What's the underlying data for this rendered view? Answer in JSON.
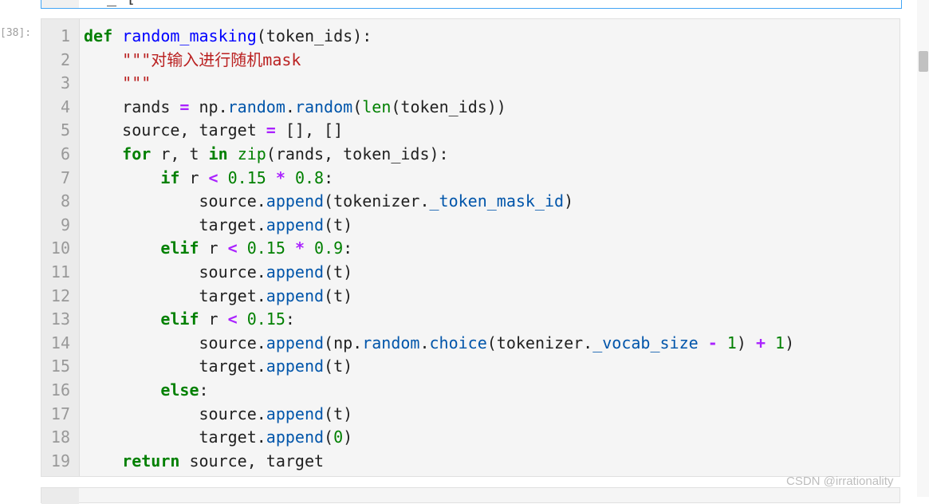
{
  "previous_cell": {
    "fragment": "_        ["
  },
  "cell": {
    "prompt": "[38]:",
    "lines": [
      {
        "n": "1",
        "tokens": [
          {
            "t": "def",
            "c": "kw"
          },
          {
            "t": " "
          },
          {
            "t": "random_masking",
            "c": "fn"
          },
          {
            "t": "(token_ids):"
          }
        ]
      },
      {
        "n": "2",
        "tokens": [
          {
            "t": "    "
          },
          {
            "t": "\"\"\"对输入进行随机mask",
            "c": "str"
          }
        ]
      },
      {
        "n": "3",
        "tokens": [
          {
            "t": "    "
          },
          {
            "t": "\"\"\"",
            "c": "str"
          }
        ]
      },
      {
        "n": "4",
        "tokens": [
          {
            "t": "    rands "
          },
          {
            "t": "=",
            "c": "op"
          },
          {
            "t": " np."
          },
          {
            "t": "random",
            "c": "attr"
          },
          {
            "t": "."
          },
          {
            "t": "random",
            "c": "attr"
          },
          {
            "t": "("
          },
          {
            "t": "len",
            "c": "bi"
          },
          {
            "t": "(token_ids))"
          }
        ]
      },
      {
        "n": "5",
        "tokens": [
          {
            "t": "    source, target "
          },
          {
            "t": "=",
            "c": "op"
          },
          {
            "t": " [], []"
          }
        ]
      },
      {
        "n": "6",
        "tokens": [
          {
            "t": "    "
          },
          {
            "t": "for",
            "c": "kw"
          },
          {
            "t": " r, t "
          },
          {
            "t": "in",
            "c": "kw"
          },
          {
            "t": " "
          },
          {
            "t": "zip",
            "c": "bi"
          },
          {
            "t": "(rands, token_ids):"
          }
        ]
      },
      {
        "n": "7",
        "tokens": [
          {
            "t": "        "
          },
          {
            "t": "if",
            "c": "kw"
          },
          {
            "t": " r "
          },
          {
            "t": "<",
            "c": "op"
          },
          {
            "t": " "
          },
          {
            "t": "0.15",
            "c": "num"
          },
          {
            "t": " "
          },
          {
            "t": "*",
            "c": "op"
          },
          {
            "t": " "
          },
          {
            "t": "0.8",
            "c": "num"
          },
          {
            "t": ":"
          }
        ]
      },
      {
        "n": "8",
        "tokens": [
          {
            "t": "            source."
          },
          {
            "t": "append",
            "c": "attr"
          },
          {
            "t": "(tokenizer."
          },
          {
            "t": "_token_mask_id",
            "c": "attr"
          },
          {
            "t": ")"
          }
        ]
      },
      {
        "n": "9",
        "tokens": [
          {
            "t": "            target."
          },
          {
            "t": "append",
            "c": "attr"
          },
          {
            "t": "(t)"
          }
        ]
      },
      {
        "n": "10",
        "tokens": [
          {
            "t": "        "
          },
          {
            "t": "elif",
            "c": "kw"
          },
          {
            "t": " r "
          },
          {
            "t": "<",
            "c": "op"
          },
          {
            "t": " "
          },
          {
            "t": "0.15",
            "c": "num"
          },
          {
            "t": " "
          },
          {
            "t": "*",
            "c": "op"
          },
          {
            "t": " "
          },
          {
            "t": "0.9",
            "c": "num"
          },
          {
            "t": ":"
          }
        ]
      },
      {
        "n": "11",
        "tokens": [
          {
            "t": "            source."
          },
          {
            "t": "append",
            "c": "attr"
          },
          {
            "t": "(t)"
          }
        ]
      },
      {
        "n": "12",
        "tokens": [
          {
            "t": "            target."
          },
          {
            "t": "append",
            "c": "attr"
          },
          {
            "t": "(t)"
          }
        ]
      },
      {
        "n": "13",
        "tokens": [
          {
            "t": "        "
          },
          {
            "t": "elif",
            "c": "kw"
          },
          {
            "t": " r "
          },
          {
            "t": "<",
            "c": "op"
          },
          {
            "t": " "
          },
          {
            "t": "0.15",
            "c": "num"
          },
          {
            "t": ":"
          }
        ]
      },
      {
        "n": "14",
        "tokens": [
          {
            "t": "            source."
          },
          {
            "t": "append",
            "c": "attr"
          },
          {
            "t": "(np."
          },
          {
            "t": "random",
            "c": "attr"
          },
          {
            "t": "."
          },
          {
            "t": "choice",
            "c": "attr"
          },
          {
            "t": "(tokenizer."
          },
          {
            "t": "_vocab_size",
            "c": "attr"
          },
          {
            "t": " "
          },
          {
            "t": "-",
            "c": "op"
          },
          {
            "t": " "
          },
          {
            "t": "1",
            "c": "num"
          },
          {
            "t": ") "
          },
          {
            "t": "+",
            "c": "op"
          },
          {
            "t": " "
          },
          {
            "t": "1",
            "c": "num"
          },
          {
            "t": ")"
          }
        ]
      },
      {
        "n": "15",
        "tokens": [
          {
            "t": "            target."
          },
          {
            "t": "append",
            "c": "attr"
          },
          {
            "t": "(t)"
          }
        ]
      },
      {
        "n": "16",
        "tokens": [
          {
            "t": "        "
          },
          {
            "t": "else",
            "c": "kw"
          },
          {
            "t": ":"
          }
        ]
      },
      {
        "n": "17",
        "tokens": [
          {
            "t": "            source."
          },
          {
            "t": "append",
            "c": "attr"
          },
          {
            "t": "(t)"
          }
        ]
      },
      {
        "n": "18",
        "tokens": [
          {
            "t": "            target."
          },
          {
            "t": "append",
            "c": "attr"
          },
          {
            "t": "("
          },
          {
            "t": "0",
            "c": "num"
          },
          {
            "t": ")"
          }
        ]
      },
      {
        "n": "19",
        "tokens": [
          {
            "t": "    "
          },
          {
            "t": "return",
            "c": "kw"
          },
          {
            "t": " source, target"
          }
        ]
      }
    ]
  },
  "watermark": "CSDN @irrationality"
}
